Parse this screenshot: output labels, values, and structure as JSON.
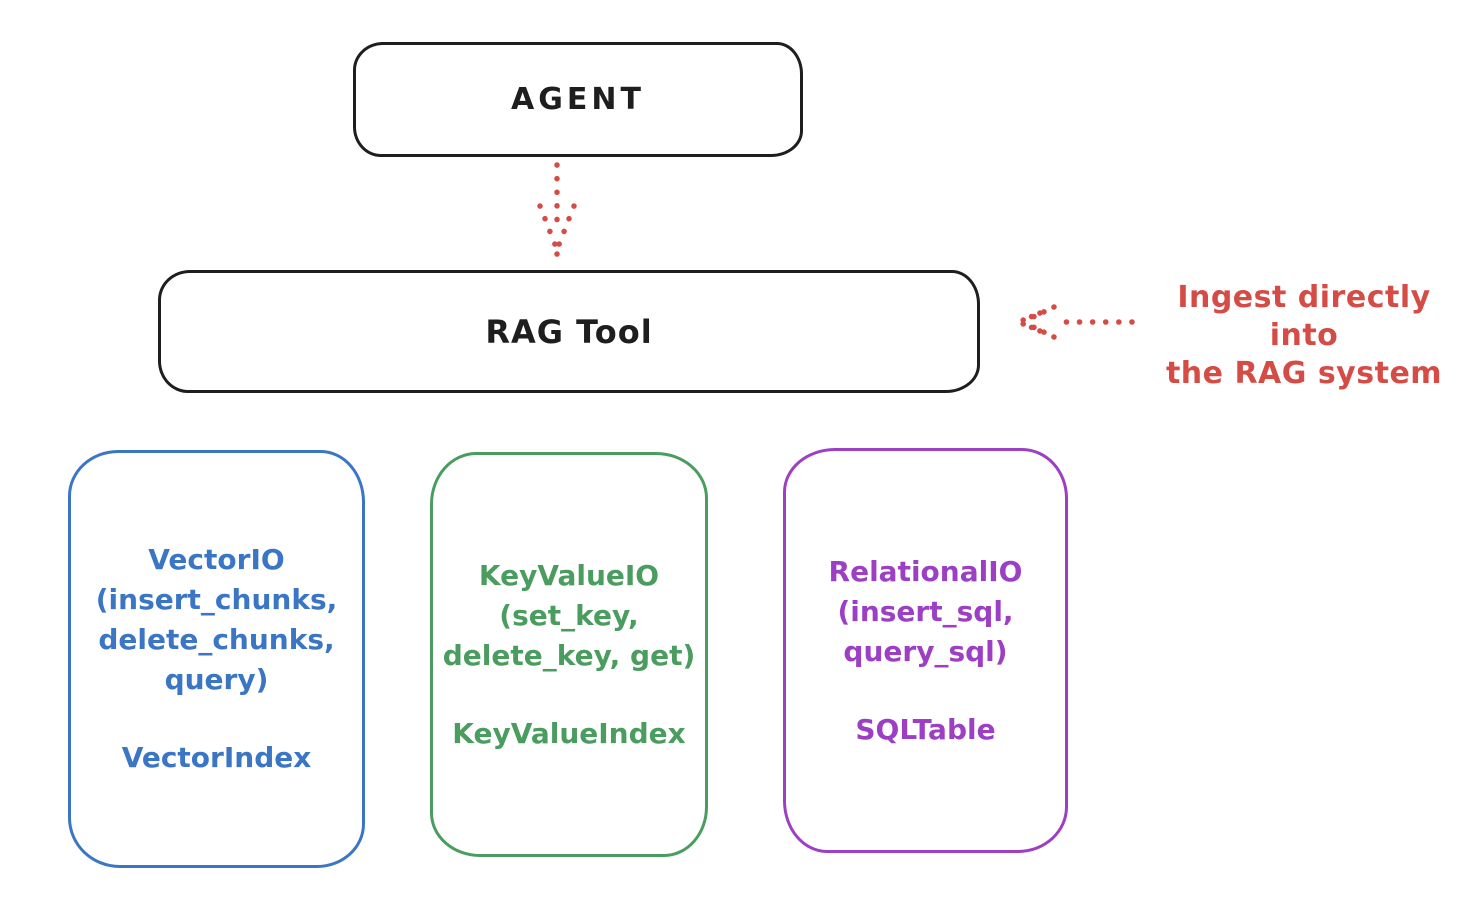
{
  "colors": {
    "ink": "#1e1e1e",
    "red": "#d54c46",
    "blue": "#3a76c4",
    "green": "#4a9d5f",
    "purple": "#9c3fc4",
    "background": "#ffffff"
  },
  "agent": {
    "label": "AGENT"
  },
  "rag_tool": {
    "label": "RAG Tool"
  },
  "annotation": {
    "line1": "Ingest directly into",
    "line2": "the RAG system"
  },
  "icons": {
    "down_arrow": "dotted-arrow-down",
    "left_arrow": "dotted-arrow-left"
  },
  "storage": [
    {
      "color": "#3a76c4",
      "lines": [
        "VectorIO",
        "(insert_chunks,",
        "delete_chunks,",
        "query)"
      ],
      "index": "VectorIndex"
    },
    {
      "color": "#4a9d5f",
      "lines": [
        "KeyValueIO",
        "(set_key,",
        "delete_key, get)"
      ],
      "index": "KeyValueIndex"
    },
    {
      "color": "#9c3fc4",
      "lines": [
        "RelationalIO",
        "(insert_sql,",
        "query_sql)"
      ],
      "index": "SQLTable"
    }
  ]
}
